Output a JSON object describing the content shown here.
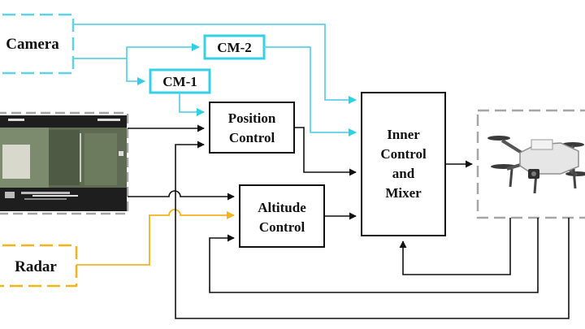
{
  "colors": {
    "camera": "#5fd3e6",
    "cm_box": "#33d0e6",
    "radar": "#f2b41e",
    "black": "#111111",
    "gray_dashed": "#a6a6a6"
  },
  "blocks": {
    "camera": {
      "label": "Camera"
    },
    "cm2": {
      "label": "CM-2"
    },
    "cm1": {
      "label": "CM-1"
    },
    "position_control": {
      "line1": "Position",
      "line2": "Control"
    },
    "altitude_control": {
      "line1": "Altitude",
      "line2": "Control"
    },
    "inner_control": {
      "line1": "Inner",
      "line2": "Control",
      "line3": "and",
      "line4": "Mixer"
    },
    "radar": {
      "label": "Radar"
    }
  },
  "images": {
    "video_feed": {
      "icon": "camera-video-feed"
    },
    "drone": {
      "icon": "quadcopter-drone"
    }
  }
}
